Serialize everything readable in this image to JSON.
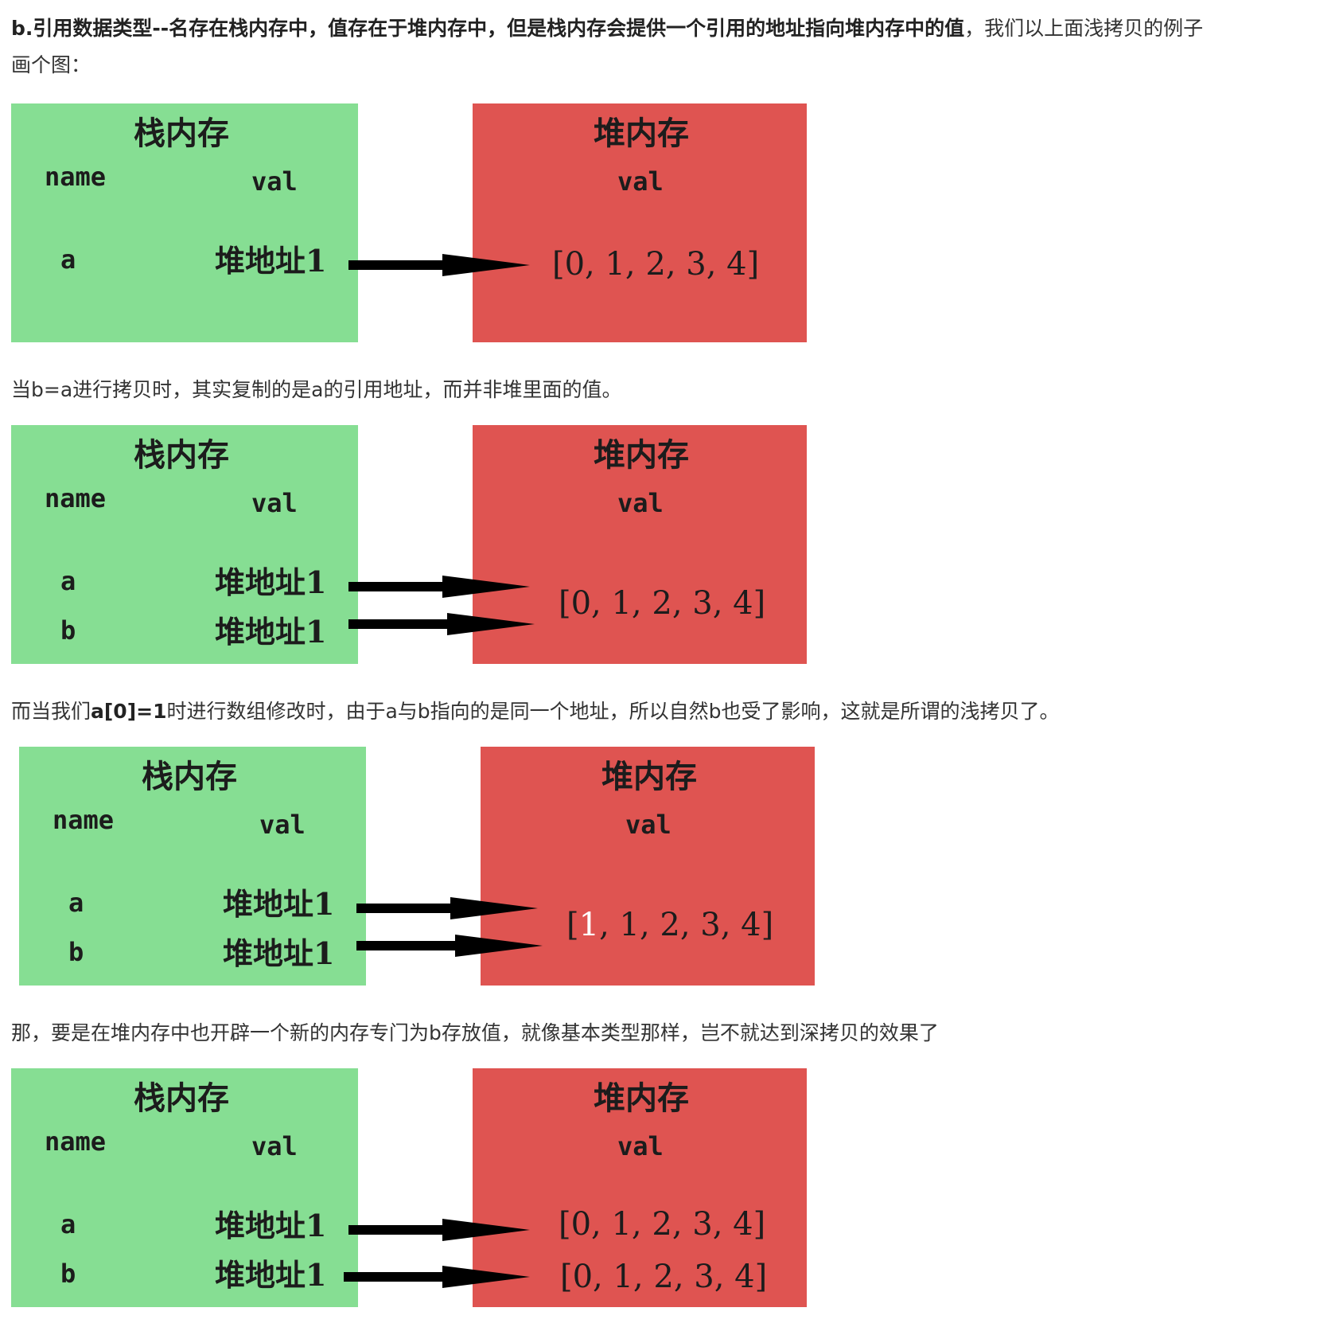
{
  "paragraphs": {
    "p1": {
      "bold": "b.引用数据类型--名存在栈内存中，值存在于堆内存中，但是栈内存会提供一个引用的地址指向堆内存中的值",
      "rest": "，我们以上面浅拷贝的例子",
      "line2": "画个图："
    },
    "p2": "当b=a进行拷贝时，其实复制的是a的引用地址，而并非堆里面的值。",
    "p3": {
      "pre": "而当我们",
      "code": "a[0]=1",
      "post": "时进行数组修改时，由于a与b指向的是同一个地址，所以自然b也受了影响，这就是所谓的浅拷贝了。"
    },
    "p4": "那，要是在堆内存中也开辟一个新的内存专门为b存放值，就像基本类型那样，岂不就达到深拷贝的效果了"
  },
  "figures": [
    {
      "stack": {
        "title": "栈内存",
        "col_name": "name",
        "col_val": "val",
        "rows": [
          {
            "name": "a",
            "val": "堆地址1"
          }
        ]
      },
      "heap": {
        "title": "堆内存",
        "col_val": "val",
        "values": [
          "[0, 1, 2, 3, 4]"
        ]
      }
    },
    {
      "stack": {
        "title": "栈内存",
        "col_name": "name",
        "col_val": "val",
        "rows": [
          {
            "name": "a",
            "val": "堆地址1"
          },
          {
            "name": "b",
            "val": "堆地址1"
          }
        ]
      },
      "heap": {
        "title": "堆内存",
        "col_val": "val",
        "values": [
          "[0, 1, 2, 3, 4]"
        ]
      }
    },
    {
      "stack": {
        "title": "栈内存",
        "col_name": "name",
        "col_val": "val",
        "rows": [
          {
            "name": "a",
            "val": "堆地址1"
          },
          {
            "name": "b",
            "val": "堆地址1"
          }
        ]
      },
      "heap": {
        "title": "堆内存",
        "col_val": "val",
        "modified_value": {
          "open": "[",
          "highlight": "1",
          "rest": ", 1, 2, 3, 4]"
        }
      }
    },
    {
      "stack": {
        "title": "栈内存",
        "col_name": "name",
        "col_val": "val",
        "rows": [
          {
            "name": "a",
            "val": "堆地址1"
          },
          {
            "name": "b",
            "val": "堆地址1"
          }
        ]
      },
      "heap": {
        "title": "堆内存",
        "col_val": "val",
        "values": [
          "[0, 1, 2, 3, 4]",
          "[0, 1, 2, 3, 4]"
        ]
      }
    }
  ],
  "colors": {
    "stack_bg": "#86de93",
    "heap_bg": "#df5451",
    "highlight_text": "#ffffff"
  }
}
